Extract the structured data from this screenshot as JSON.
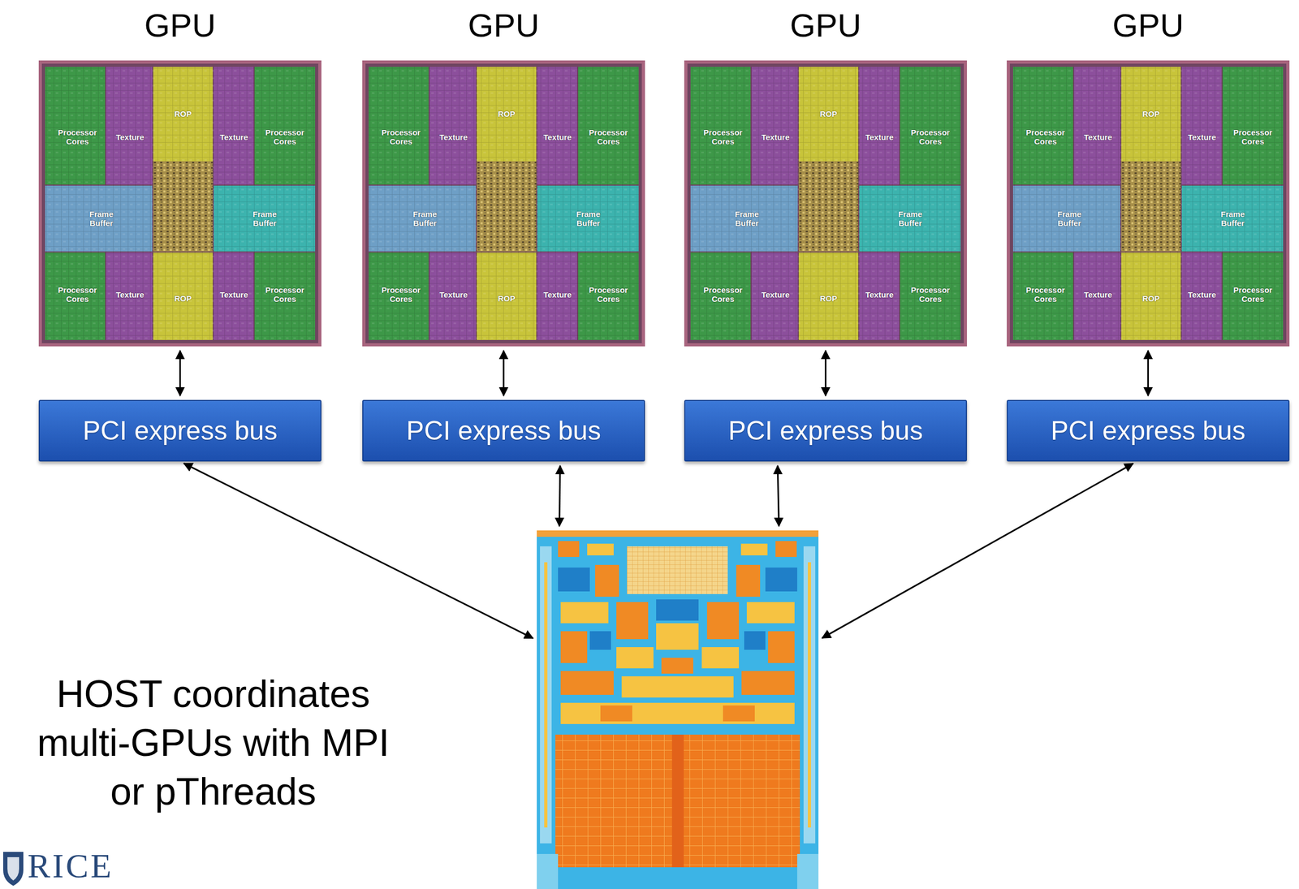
{
  "diagram": {
    "nodes": [
      {
        "text": [
          "GPU"
        ]
      },
      {
        "text": [
          "GPU"
        ]
      },
      {
        "text": [
          "GPU"
        ]
      },
      {
        "text": [
          "GPU"
        ]
      },
      {
        "text": [
          "PCI express bus"
        ]
      },
      {
        "text": [
          "PCI express bus"
        ]
      },
      {
        "text": [
          "PCI express bus"
        ]
      },
      {
        "text": [
          "PCI express bus"
        ]
      },
      {
        "text": [
          "HOST coordinates multi-GPUs with MPI or pThreads"
        ]
      }
    ],
    "edges": [
      {
        "from": 0,
        "to": 4,
        "arrow": "both"
      },
      {
        "from": 1,
        "to": 5,
        "arrow": "both"
      },
      {
        "from": 2,
        "to": 6,
        "arrow": "both"
      },
      {
        "from": 3,
        "to": 7,
        "arrow": "both"
      },
      {
        "from": 4,
        "to": 8,
        "arrow": "both"
      },
      {
        "from": 5,
        "to": 8,
        "arrow": "both"
      },
      {
        "from": 6,
        "to": 8,
        "arrow": "both"
      },
      {
        "from": 7,
        "to": 8,
        "arrow": "both"
      }
    ],
    "labels": [
      "Processor Cores",
      "Texture",
      "ROP",
      "Texture",
      "Processor Cores",
      "Frame Buffer",
      "Frame Buffer",
      "Processor Cores",
      "Texture",
      "ROP",
      "Texture",
      "Processor Cores",
      "Processor Cores",
      "Texture",
      "ROP",
      "Texture",
      "Processor Cores",
      "Frame Buffer",
      "Frame Buffer",
      "Processor Cores",
      "Texture",
      "ROP",
      "Texture",
      "Processor Cores",
      "Processor Cores",
      "Texture",
      "ROP",
      "Texture",
      "Processor Cores",
      "Frame Buffer",
      "Frame Buffer",
      "Processor Cores",
      "Texture",
      "ROP",
      "Texture",
      "Processor Cores",
      "Processor Cores",
      "Texture",
      "ROP",
      "Texture",
      "Processor Cores",
      "Frame Buffer",
      "Frame Buffer",
      "Processor Cores",
      "Texture",
      "ROP",
      "Texture",
      "Processor Cores",
      "RICE"
    ]
  }
}
